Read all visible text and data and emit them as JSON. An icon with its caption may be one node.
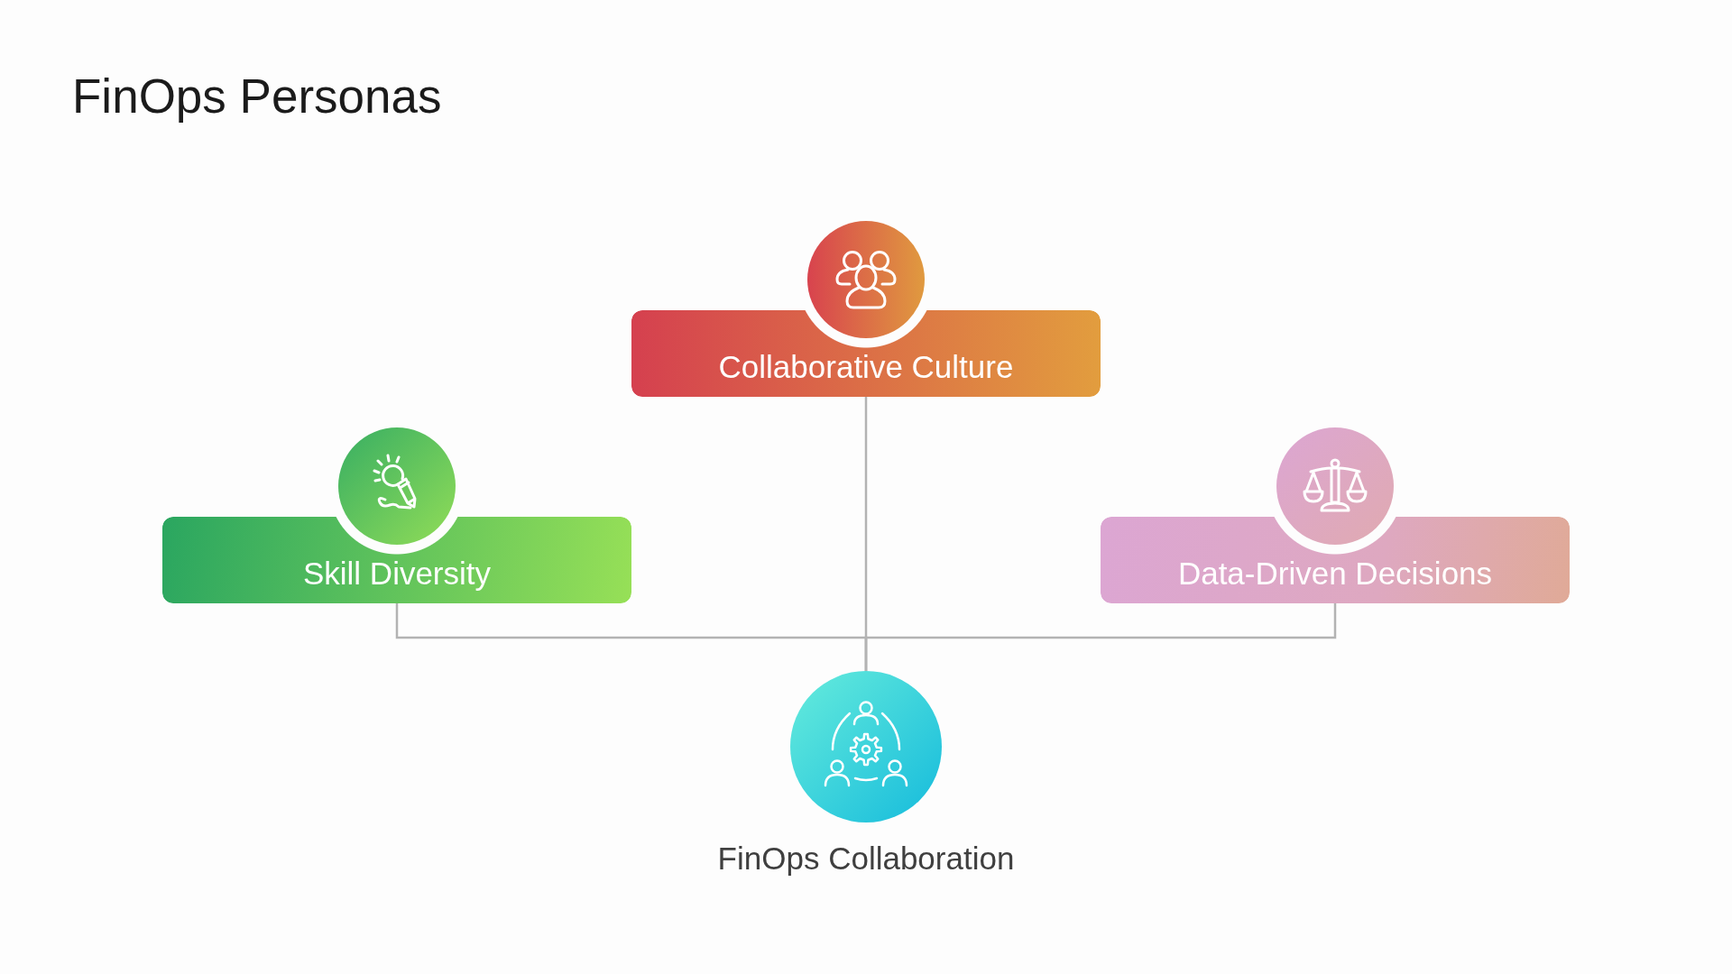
{
  "diagram": {
    "title": "FinOps Personas",
    "nodes": [
      {
        "text": [
          "Collaborative Culture"
        ]
      },
      {
        "text": [
          "Skill Diversity"
        ]
      },
      {
        "text": [
          "Data-Driven Decisions"
        ]
      },
      {
        "text": [
          "FinOps Collaboration"
        ]
      }
    ],
    "edges": [
      {
        "from": 0,
        "to": 3,
        "arrow": "none"
      },
      {
        "from": 1,
        "to": 3,
        "arrow": "none"
      },
      {
        "from": 2,
        "to": 3,
        "arrow": "none"
      }
    ]
  }
}
